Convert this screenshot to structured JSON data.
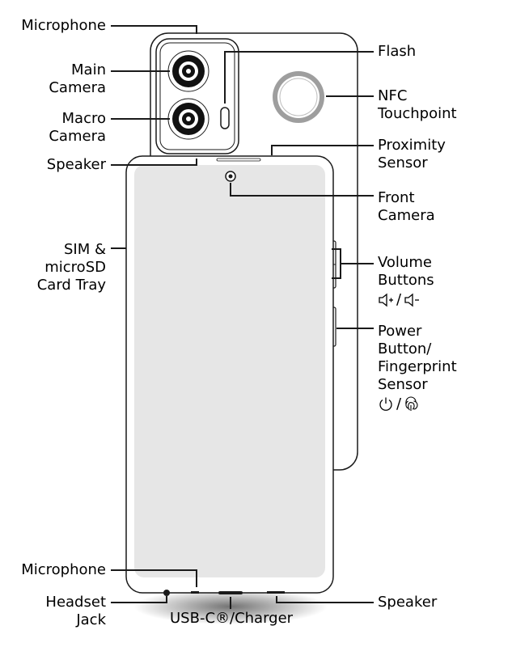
{
  "labels": {
    "microphone_top": "Microphone",
    "main_camera": [
      "Main",
      "Camera"
    ],
    "macro_camera": [
      "Macro",
      "Camera"
    ],
    "speaker_top": "Speaker",
    "sim_tray": [
      "SIM &",
      "microSD",
      "Card Tray"
    ],
    "microphone_bottom": "Microphone",
    "headset_jack": [
      "Headset",
      "Jack"
    ],
    "usb_charger": "USB-C®/Charger",
    "flash": "Flash",
    "nfc": [
      "NFC",
      "Touchpoint"
    ],
    "proximity": [
      "Proximity",
      "Sensor"
    ],
    "front_camera": [
      "Front",
      "Camera"
    ],
    "volume": [
      "Volume",
      "Buttons"
    ],
    "power": [
      "Power",
      "Button/",
      "Fingerprint",
      "Sensor"
    ],
    "speaker_bottom": "Speaker",
    "icon_separator": "/"
  },
  "icons": {
    "volume_up": "volume-up-icon",
    "volume_down": "volume-down-icon",
    "power": "power-icon",
    "fingerprint": "fingerprint-icon"
  },
  "colors": {
    "outline": "#1a1a1a",
    "screen": "#e6e6e6",
    "body": "#ffffff",
    "nfc_ring": "#9e9e9e"
  }
}
